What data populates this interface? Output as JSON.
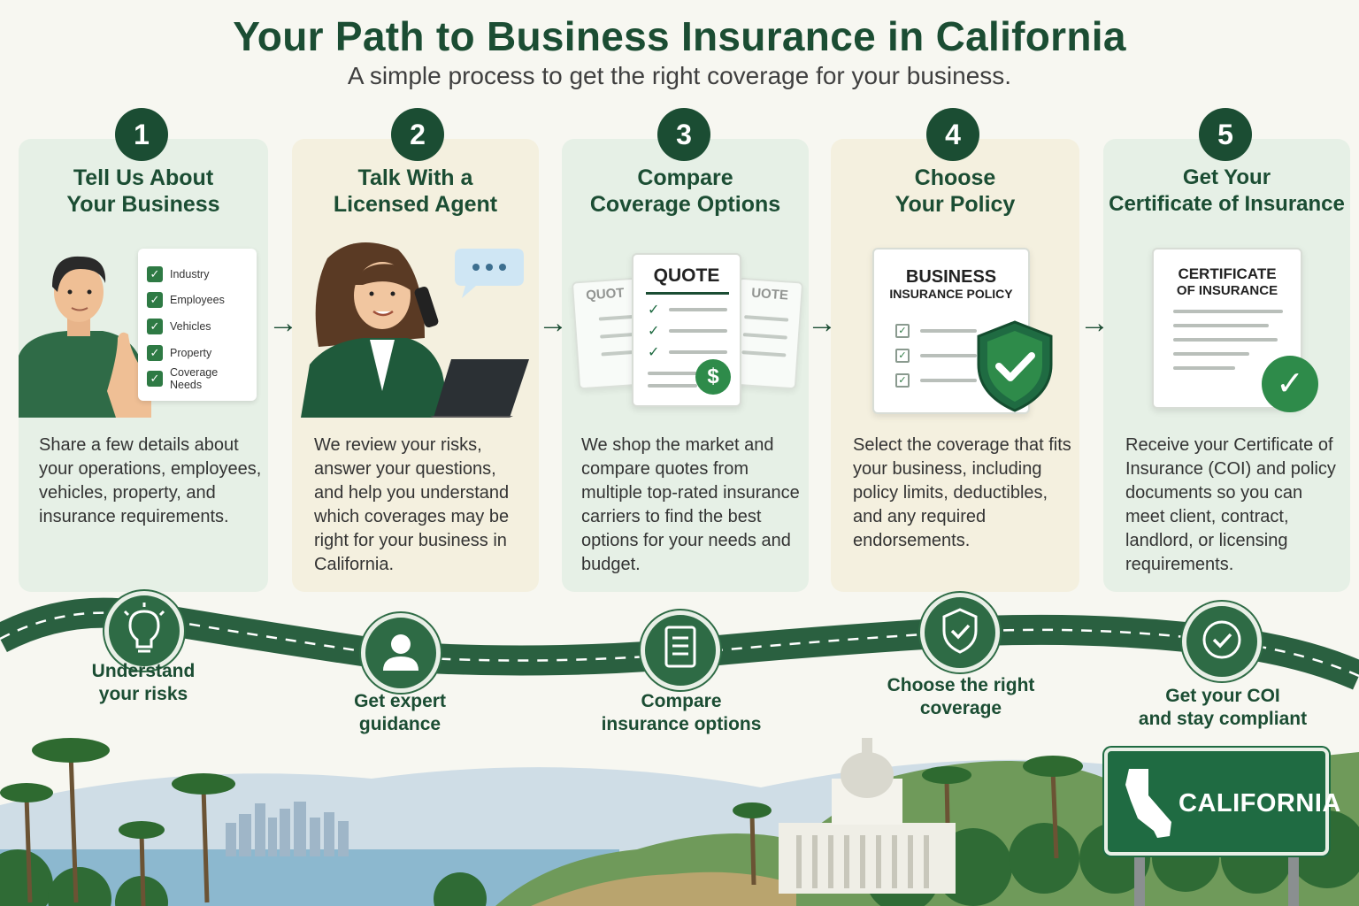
{
  "header": {
    "title": "Your Path to Business Insurance in California",
    "subtitle": "A simple process to get the right coverage for your business."
  },
  "steps": [
    {
      "number": "1",
      "title_line1": "Tell Us About",
      "title_line2": "Your Business",
      "desc": "Share a few details about your operations, employees, vehicles, property, and insurance requirements."
    },
    {
      "number": "2",
      "title_line1": "Talk With a",
      "title_line2": "Licensed Agent",
      "desc": "We review your risks, answer your questions, and help you understand which coverages may be right for your business in California."
    },
    {
      "number": "3",
      "title_line1": "Compare",
      "title_line2": "Coverage Options",
      "desc": "We shop the market and compare quotes from multiple top-rated insurance carriers to find the best options for your needs and budget."
    },
    {
      "number": "4",
      "title_line1": "Choose",
      "title_line2": "Your Policy",
      "desc": "Select the coverage that fits your business, including policy limits, deductibles, and any required endorsements."
    },
    {
      "number": "5",
      "title_line1": "Get Your",
      "title_line2": "Certificate of Insurance",
      "desc": "Receive your Certificate of Insurance (COI) and policy documents so you can meet client, contract, landlord, or licensing requirements."
    }
  ],
  "checklist": [
    "Industry",
    "Employees",
    "Vehicles",
    "Property",
    "Coverage Needs"
  ],
  "docs": {
    "quote": "QUOTE",
    "quote_side_left": "QUOT",
    "quote_side_right": "UOTE",
    "policy_line1": "BUSINESS",
    "policy_line2": "INSURANCE POLICY",
    "cert_line1": "CERTIFICATE",
    "cert_line2": "OF INSURANCE"
  },
  "milestones": [
    {
      "line1": "Understand",
      "line2": "your risks",
      "icon": "lightbulb-icon"
    },
    {
      "line1": "Get expert",
      "line2": "guidance",
      "icon": "person-icon"
    },
    {
      "line1": "Compare",
      "line2": "insurance options",
      "icon": "document-icon"
    },
    {
      "line1": "Choose the right",
      "line2": "coverage",
      "icon": "shield-check-icon"
    },
    {
      "line1": "Get your COI",
      "line2": "and stay compliant",
      "icon": "check-circle-icon"
    }
  ],
  "sign": {
    "label": "CALIFORNIA"
  },
  "colors": {
    "brand_green": "#1b4d33",
    "accent_green": "#2e7a44",
    "card_mint": "#e6f0e6",
    "card_cream": "#f4f0df"
  }
}
